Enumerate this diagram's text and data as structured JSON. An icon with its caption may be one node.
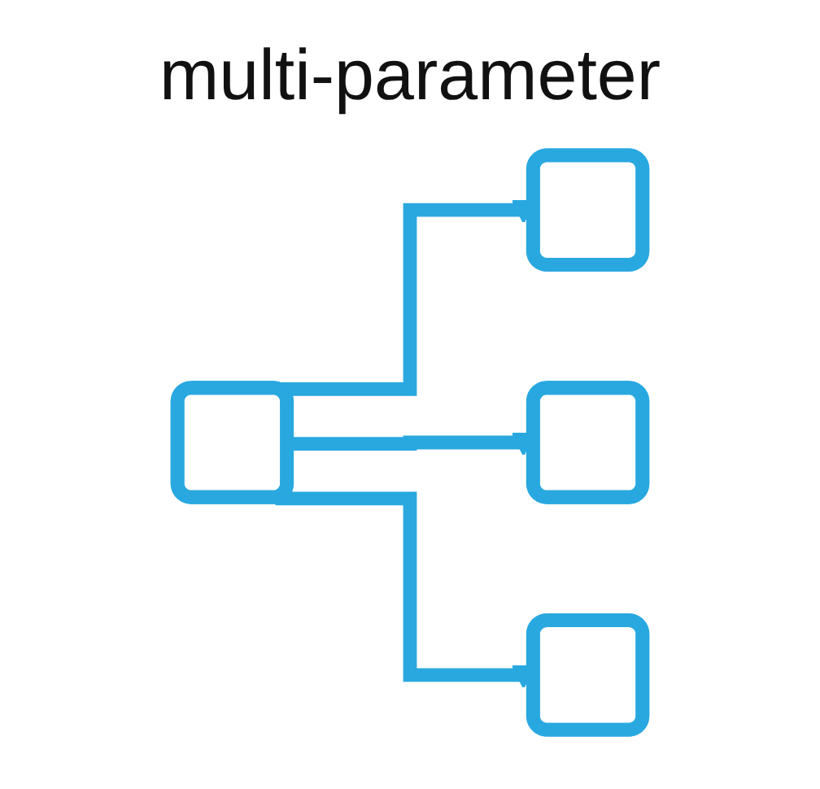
{
  "diagram": {
    "title": "multi-parameter",
    "nodes": [
      {
        "text": [],
        "shape": "box"
      },
      {
        "text": [],
        "shape": "box"
      },
      {
        "text": [],
        "shape": "box"
      },
      {
        "text": [],
        "shape": "box"
      }
    ],
    "edges": [
      {
        "from": 0,
        "to": 1,
        "arrow": "to"
      },
      {
        "from": 0,
        "to": 2,
        "arrow": "to"
      },
      {
        "from": 0,
        "to": 3,
        "arrow": "to"
      }
    ]
  }
}
